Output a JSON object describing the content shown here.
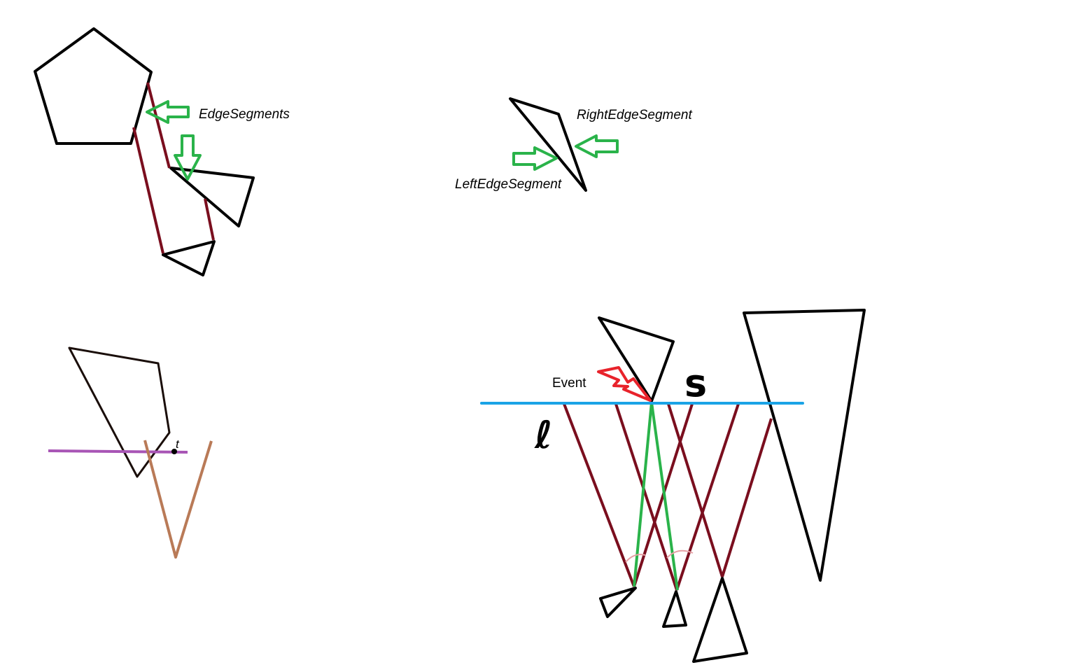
{
  "colors": {
    "outline": "#000000",
    "edge_segment": "#7a0e1e",
    "arrow": "#2ab34a",
    "sweep_line": "#1aa3e6",
    "event_bolt": "#e8232b",
    "probe_line": "#a855b5",
    "wedge": "#b97a57"
  },
  "labels": {
    "edge_segments": "EdgeSegments",
    "right_edge_segment": "RightEdgeSegment",
    "left_edge_segment": "LeftEdgeSegment",
    "t": "t",
    "event": "Event",
    "s": "s",
    "l": "ℓ"
  }
}
